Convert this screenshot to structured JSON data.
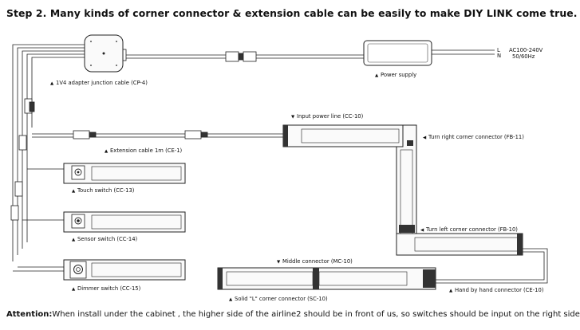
{
  "heading": "Step 2.  Many kinds of corner connector & extension cable can be easily to make DIY LINK come true.",
  "footer": {
    "prefix": "Attention:",
    "text": "When install under the cabinet , the higher side of the airline2 should be in front of us, so switches should be input on the right side"
  },
  "power_input": {
    "L": "L",
    "N": "N",
    "voltage": "AC100-240V",
    "frequency": "50/60Hz"
  },
  "labels": {
    "power_supply": "Power supply",
    "adapter": "1V4 adapter junction cable (CP-4)",
    "extension": "Extension cable 1m (CE-1)",
    "input_power": "Input power line (CC-10)",
    "turn_right": "Turn right corner connector (FB-11)",
    "touch": "Touch switch (CC-13)",
    "sensor": "Sensor switch (CC-14)",
    "dimmer": "Dimmer switch (CC-15)",
    "turn_left": "Turn left corner connector (FB-10)",
    "middle": "Middle connector (MC-10)",
    "hand": "Hand by hand connector (CE-10)",
    "solid_l": "Solid \"L\" corner connector (SC-10)"
  },
  "markers": {
    "up": "▲",
    "down": "▼",
    "left": "◀"
  }
}
